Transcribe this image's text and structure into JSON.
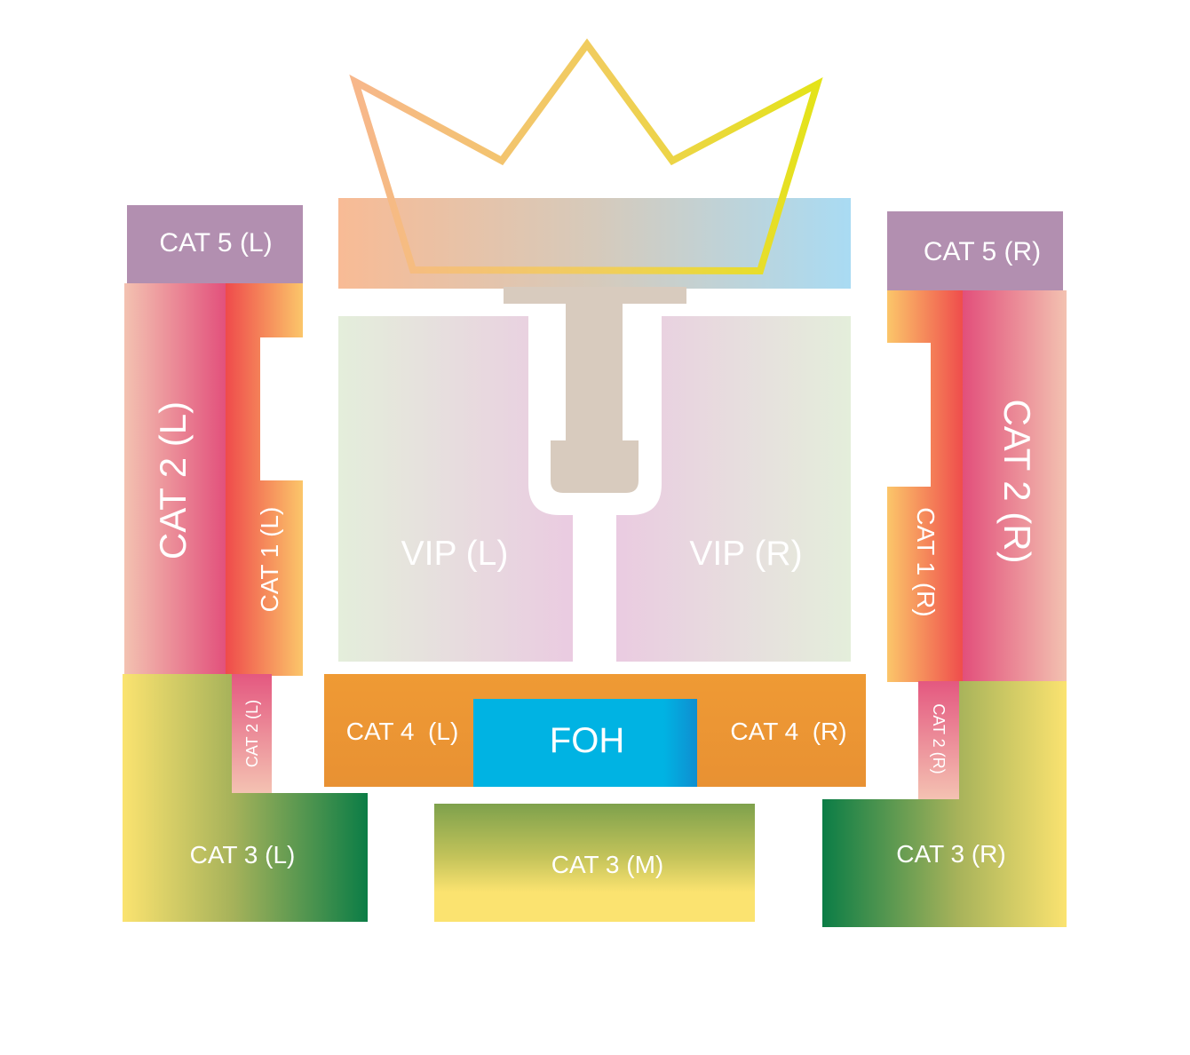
{
  "zones": {
    "cat5_l": "CAT 5 (L)",
    "cat5_r": "CAT 5 (R)",
    "cat2_l": "CAT 2 (L)",
    "cat2_r": "CAT 2 (R)",
    "cat1_l": "CAT 1 (L)",
    "cat1_r": "CAT 1 (R)",
    "vip_l": "VIP (L)",
    "vip_r": "VIP (R)",
    "cat4_l": "CAT 4  (L)",
    "cat4_r": "CAT 4  (R)",
    "foh": "FOH",
    "cat2_l_small": "CAT 2 (L)",
    "cat2_r_small": "CAT 2 (R)",
    "cat3_l": "CAT 3 (L)",
    "cat3_m": "CAT 3 (M)",
    "cat3_r": "CAT 3 (R)"
  },
  "colors": {
    "cat5": "#b28fb0",
    "cat4": "#ec962f",
    "foh": "#00b2e0",
    "cat2": "#e2527d",
    "cat1": "#f5a957",
    "cat3_dark": "#0e7e45",
    "cat3_light": "#fbe270",
    "crown_start": "#f7b78b",
    "crown_end": "#e4e319"
  }
}
